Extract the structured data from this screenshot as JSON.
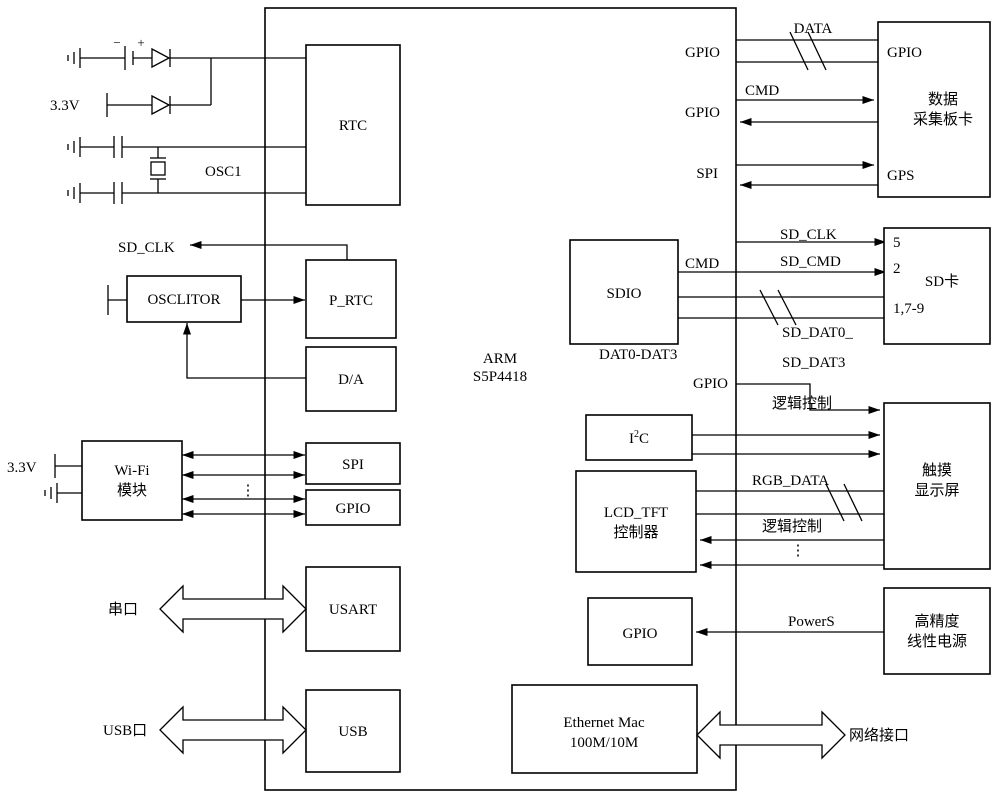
{
  "arm": {
    "name": "ARM",
    "model": "S5P4418"
  },
  "left": {
    "rtc": "RTC",
    "osc1": "OSC1",
    "v33_top": "3.3V",
    "minus": "−",
    "plus": "+",
    "sd_clk": "SD_CLK",
    "osclitor": "OSCLITOR",
    "p_rtc": "P_RTC",
    "da": "D/A",
    "wifi_v33": "3.3V",
    "wifi_line1": "Wi-Fi",
    "wifi_line2": "模块",
    "spi": "SPI",
    "gpio": "GPIO",
    "dots": "⋮",
    "usart": "USART",
    "serial": "串口",
    "usb": "USB",
    "usb_port": "USB口"
  },
  "right": {
    "gpio_data": "GPIO",
    "gpio_cmd": "GPIO",
    "spi": "SPI",
    "data": "DATA",
    "cmd": "CMD",
    "board_gpio": "GPIO",
    "board_line1": "数据",
    "board_line2": "采集板卡",
    "board_gps": "GPS",
    "sdio": "SDIO",
    "sdio_cmd": "CMD",
    "dat_range": "DAT0-DAT3",
    "sd_clk": "SD_CLK",
    "sd_cmd": "SD_CMD",
    "sd_dat0": "SD_DAT0_",
    "sd_dat3": "SD_DAT3",
    "pin5": "5",
    "pin2": "2",
    "pins179": "1,7-9",
    "sdcard": "SD卡",
    "gpio_logic": "GPIO",
    "logic1": "逻辑控制",
    "i2c_i": "I",
    "i2c_sup": "2",
    "i2c_c": "C",
    "lcd_line1": "LCD_TFT",
    "lcd_line2": "控制器",
    "rgb_data": "RGB_DATA",
    "logic2": "逻辑控制",
    "dots": "⋮",
    "touch_line1": "触摸",
    "touch_line2": "显示屏",
    "gpio_power": "GPIO",
    "powers": "PowerS",
    "psu_line1": "高精度",
    "psu_line2": "线性电源",
    "eth_line1": "Ethernet Mac",
    "eth_line2": "100M/10M",
    "net_port": "网络接口"
  }
}
